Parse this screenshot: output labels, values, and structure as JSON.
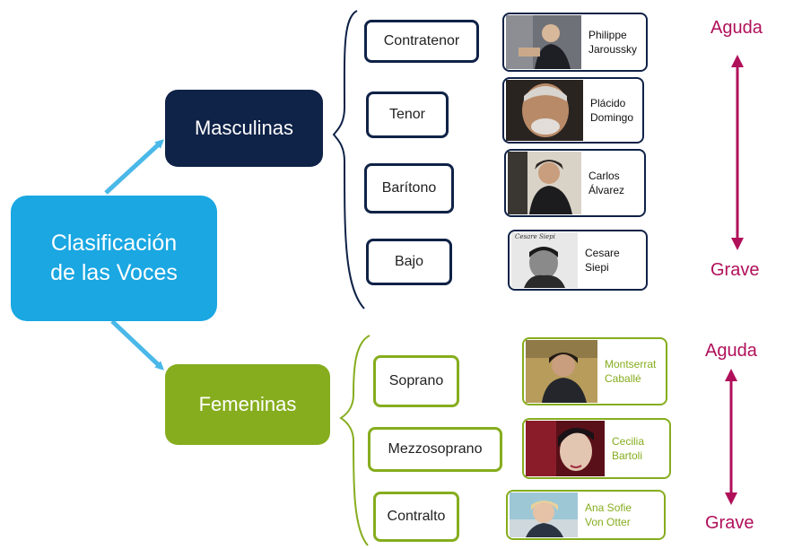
{
  "colors": {
    "root": "#1aa7e2",
    "male": "#0f2247",
    "female": "#86ad1e",
    "scale": "#b0105a",
    "connector": "#4ab8e8"
  },
  "root": {
    "line1": "Clasificación",
    "line2": "de las Voces"
  },
  "masculinas": {
    "label": "Masculinas",
    "voices": [
      "Contratenor",
      "Tenor",
      "Barítono",
      "Bajo"
    ],
    "singers": [
      {
        "line1": "Philippe",
        "line2": "Jaroussky"
      },
      {
        "line1": "Plácido",
        "line2": "Domingo"
      },
      {
        "line1": "Carlos",
        "line2": "Álvarez"
      },
      {
        "line1": "Cesare",
        "line2": "Siepi"
      }
    ],
    "scale": {
      "top": "Aguda",
      "bottom": "Grave"
    }
  },
  "femeninas": {
    "label": "Femeninas",
    "voices": [
      "Soprano",
      "Mezzosoprano",
      "Contralto"
    ],
    "singers": [
      {
        "line1": "Montserrat",
        "line2": "Caballé"
      },
      {
        "line1": "Cecilia",
        "line2": "Bartoli"
      },
      {
        "line1": "Ana Sofie",
        "line2": "Von Otter"
      }
    ],
    "scale": {
      "top": "Aguda",
      "bottom": "Grave"
    }
  },
  "photo_caption": "Cesare Siepi"
}
